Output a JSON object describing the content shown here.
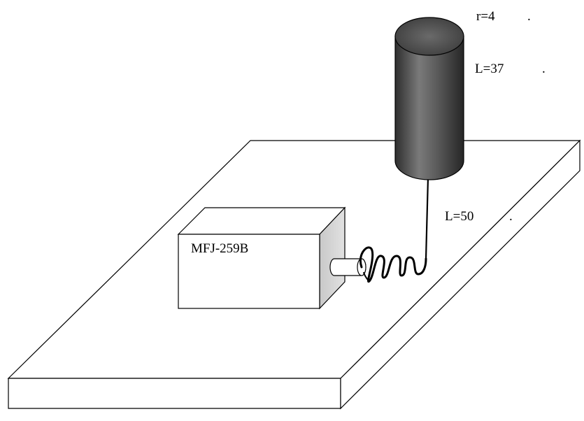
{
  "labels": {
    "radius": "r=4",
    "radius_suffix": ".",
    "length_cylinder": "L=37",
    "length_cylinder_suffix": ".",
    "length_wire": "L=50",
    "length_wire_suffix": ".",
    "device": "MFJ-259B"
  },
  "colors": {
    "line": "#000000",
    "plate_fill": "#ffffff",
    "box_fill": "#ffffff",
    "box_side_fill": "#d4d4d4",
    "cylinder_dark": "#3a3a3a",
    "cylinder_mid": "#6e6e6e",
    "cylinder_top": "#5a5a5a"
  }
}
